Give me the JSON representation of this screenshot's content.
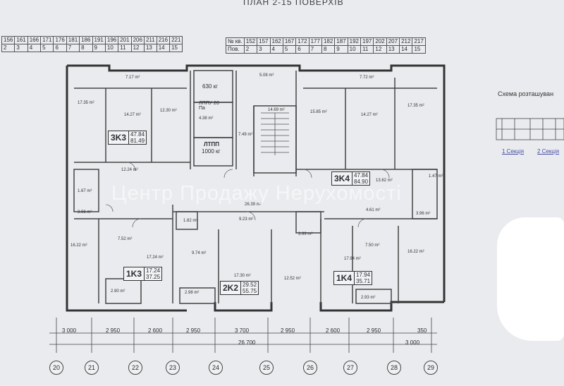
{
  "title": "ПЛАН 2-15 ПОВЕРХІВ",
  "left_table": {
    "apts": [
      "156",
      "161",
      "166",
      "171",
      "176",
      "181",
      "186",
      "191",
      "196",
      "201",
      "206",
      "211",
      "216",
      "221"
    ],
    "floors": [
      "2",
      "3",
      "4",
      "5",
      "6",
      "7",
      "8",
      "9",
      "10",
      "11",
      "12",
      "13",
      "14",
      "15"
    ]
  },
  "right_table": {
    "head_apt": "№ кв.",
    "head_floor": "Пов.",
    "apts": [
      "152",
      "157",
      "162",
      "167",
      "172",
      "177",
      "182",
      "187",
      "192",
      "197",
      "202",
      "207",
      "212",
      "217"
    ],
    "floors": [
      "2",
      "3",
      "4",
      "5",
      "6",
      "7",
      "8",
      "9",
      "10",
      "11",
      "12",
      "13",
      "14",
      "15"
    ]
  },
  "apartments": [
    {
      "name": "3K3",
      "area1": "47.84",
      "area2": "81.49"
    },
    {
      "name": "3K4",
      "area1": "47.84",
      "area2": "84.90"
    },
    {
      "name": "1K3",
      "area1": "17.24",
      "area2": "37.25"
    },
    {
      "name": "2K2",
      "area1": "29.52",
      "area2": "55.75"
    },
    {
      "name": "1K4",
      "area1": "17.94",
      "area2": "35.71"
    }
  ],
  "lift1": "630 кг",
  "lift2": "ЛППУ 20 Па",
  "lift3": "ЛТПП",
  "lift4": "1000 кг",
  "room_areas": [
    "7.17 m²",
    "5.08 m²",
    "7.72 m²",
    "17.35 m²",
    "14.27 m²",
    "12.30 m²",
    "4.38 m²",
    "14.69 m²",
    "15.85 m²",
    "14.27 m²",
    "17.35 m²",
    "7.49 m²",
    "12.24 m²",
    "26.39 m²",
    "13.62 m²",
    "1.67 m²",
    "3.96 m²",
    "9.23 m²",
    "4.61 m²",
    "3.96 m²",
    "16.22 m²",
    "7.52 m²",
    "17.24 m²",
    "9.74 m²",
    "17.30 m²",
    "12.52 m²",
    "17.94 m²",
    "7.50 m²",
    "16.22 m²",
    "2.90 m²",
    "2.98 m²",
    "2.93 m²",
    "3.99 m²",
    "1.82 m²",
    "1.47 m²"
  ],
  "dimensions": [
    "3 000",
    "2 950",
    "2 600",
    "2 950",
    "3 700",
    "2 950",
    "2 600",
    "2 950",
    "3 000",
    "26 700",
    "350"
  ],
  "axes": [
    "20",
    "21",
    "22",
    "23",
    "24",
    "25",
    "26",
    "27",
    "28",
    "29"
  ],
  "scheme": {
    "title": "Схема розташуван",
    "sec1": "1 Секція",
    "sec2": "2 Секція"
  },
  "watermark": "Центр Продажу Нерухомості"
}
